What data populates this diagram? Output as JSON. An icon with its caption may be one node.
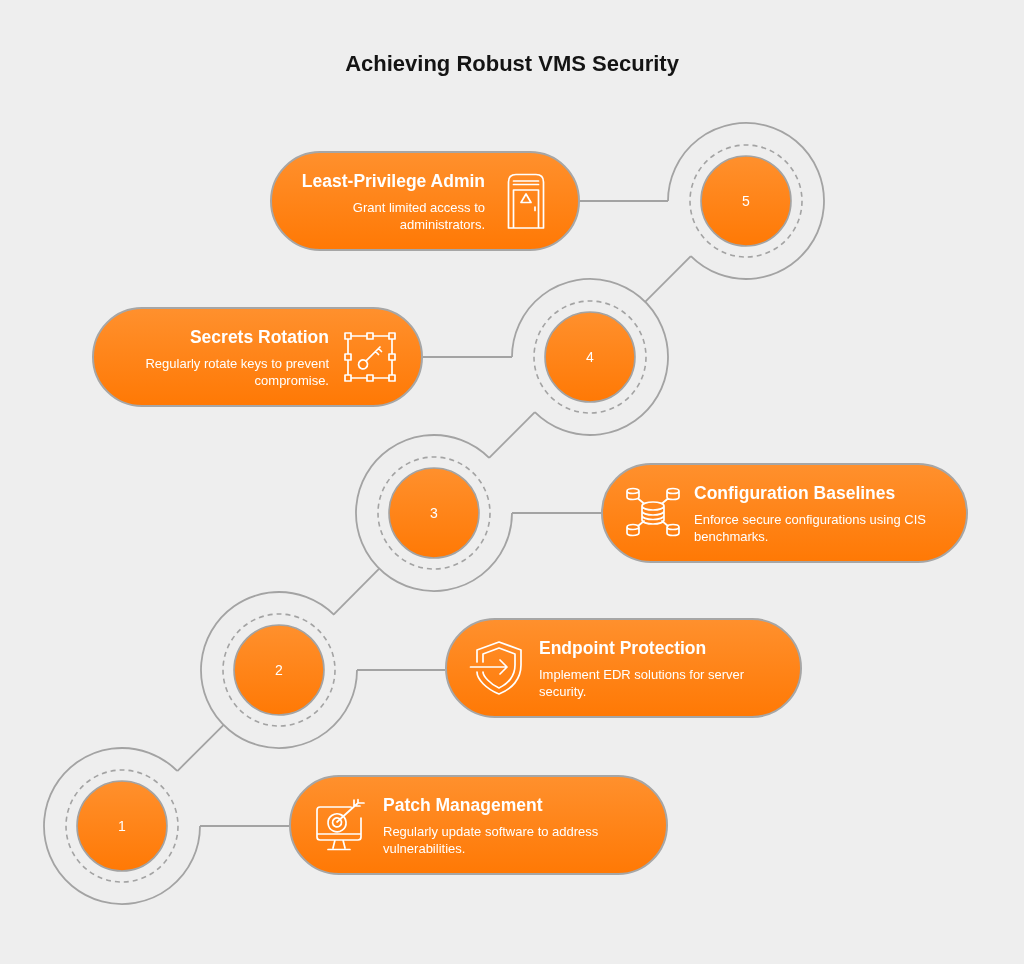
{
  "diagram": {
    "title": "Achieving Robust VMS Security",
    "nodes": [
      {
        "text": [
          "Least-Privilege Admin",
          "Grant limited access to administrators."
        ]
      },
      {
        "text": [
          "5"
        ]
      },
      {
        "text": [
          "Secrets Rotation",
          "Regularly rotate keys to prevent compromise."
        ]
      },
      {
        "text": [
          "4"
        ]
      },
      {
        "text": [
          "3"
        ]
      },
      {
        "text": [
          "Configuration Baselines",
          "Enforce secure configurations using CIS benchmarks."
        ]
      },
      {
        "text": [
          "2"
        ]
      },
      {
        "text": [
          "Endpoint Protection",
          "Implement EDR solutions for server security."
        ]
      },
      {
        "text": [
          "1"
        ]
      },
      {
        "text": [
          "Patch Management",
          "Regularly update software to address vulnerabilities."
        ]
      }
    ],
    "edges": [
      {
        "from": 1,
        "to": 0,
        "arrow": "none"
      },
      {
        "from": 3,
        "to": 2,
        "arrow": "none"
      },
      {
        "from": 4,
        "to": 5,
        "arrow": "none"
      },
      {
        "from": 6,
        "to": 7,
        "arrow": "none"
      },
      {
        "from": 8,
        "to": 9,
        "arrow": "none"
      },
      {
        "from": 8,
        "to": 6,
        "arrow": "none"
      },
      {
        "from": 6,
        "to": 4,
        "arrow": "none"
      },
      {
        "from": 4,
        "to": 3,
        "arrow": "none"
      },
      {
        "from": 3,
        "to": 1,
        "arrow": "none"
      }
    ]
  }
}
